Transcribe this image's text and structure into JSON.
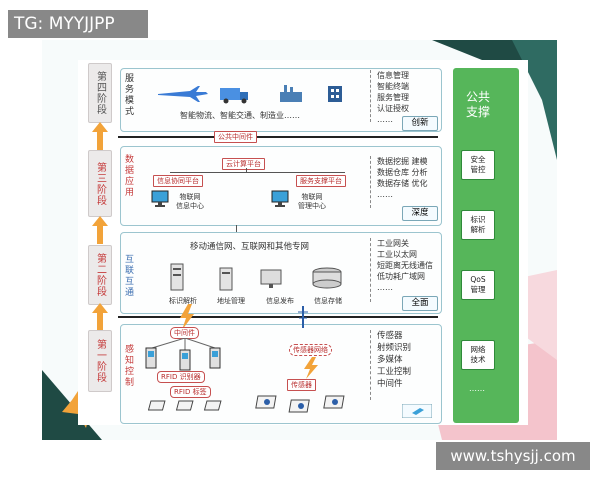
{
  "watermark_top_left": "TG: MYYJJPP",
  "watermark_bottom_right": "www.tshysjj.com",
  "stages": [
    {
      "label": "第四阶段"
    },
    {
      "label": "第三阶段"
    },
    {
      "label": "第二阶段"
    },
    {
      "label": "第一阶段"
    }
  ],
  "layers": {
    "service": {
      "title": "服务模式",
      "caption": "智能物流、智能交通、制造业……",
      "right_items": [
        "信息管理",
        "智能终端",
        "服务管理",
        "认证授权",
        "……"
      ],
      "tag": "创新"
    },
    "data": {
      "title": "数据应用",
      "public_platform": "公共中间件",
      "cloud": "云计算平台",
      "coop": "信息协同平台",
      "support": "服务支撑平台",
      "left_node": "物联网\n信息中心",
      "right_node": "物联网\n管理中心",
      "right_items": [
        "数据挖掘  建模",
        "数据仓库  分析",
        "数据存储  优化",
        "……"
      ],
      "tag": "深度"
    },
    "interconnect": {
      "title": "互联互通",
      "caption": "移动通信网、互联网和其他专网",
      "nodes": [
        "标识解析",
        "地址管理",
        "信息发布",
        "信息存储"
      ],
      "right_items": [
        "工业网关",
        "工业以太网",
        "短距离无线通信",
        "低功耗广域网",
        "……"
      ],
      "tag": "全面"
    },
    "sensing": {
      "title": "感知控制",
      "middleware": "中间件",
      "rfid_reader": "RFID 识别器",
      "rfid_tag": "RFID 标签",
      "sensor_net": "传感器网络",
      "sensor": "传感器",
      "right_items": [
        "传感器",
        "射频识别",
        "多媒体",
        "工业控制",
        "中间件"
      ]
    }
  },
  "support_column": {
    "title": "公共\n支撑",
    "boxes": [
      "安全\n管控",
      "标识\n解析",
      "QoS\n管理",
      "网络\n技术"
    ],
    "ellipsis": "……"
  },
  "colors": {
    "green": "#56b65a",
    "orange_arrow": "#f2a33a",
    "red_text": "#c53b3b",
    "teal_deco": "#1f4a44",
    "pink_deco": "#f4c4cc"
  }
}
